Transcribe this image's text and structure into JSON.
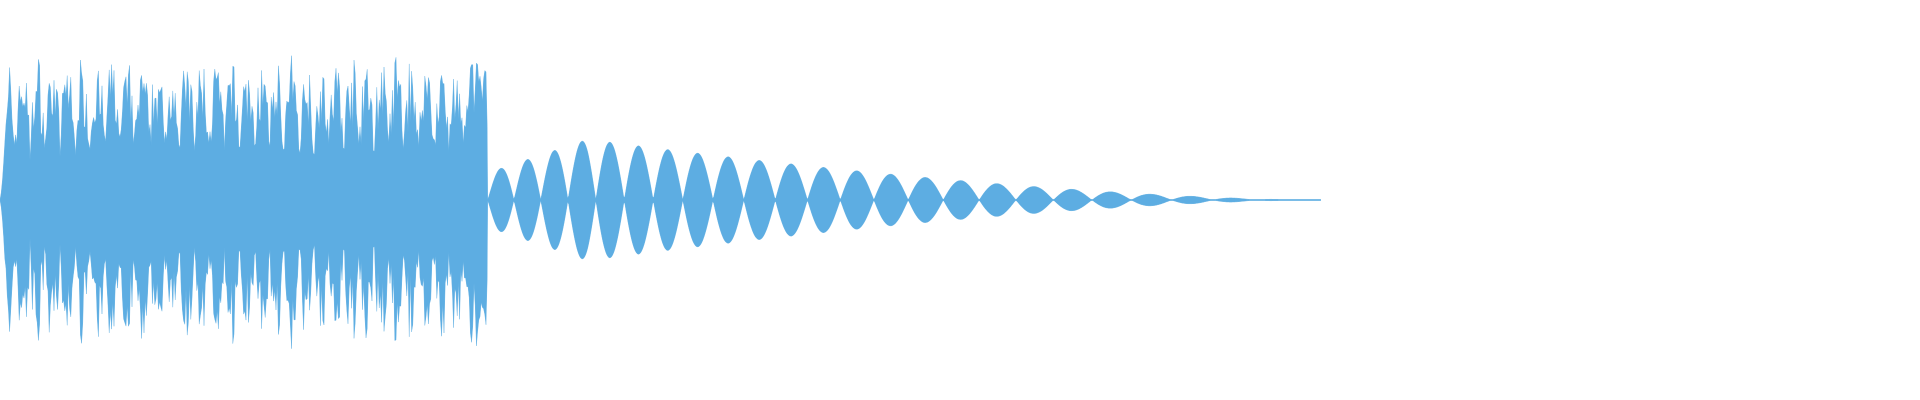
{
  "waveform": {
    "color": "#5DADE2",
    "background": "#FFFFFF",
    "segments": [
      {
        "kind": "noisy-burst",
        "duration_fraction": 0.254,
        "peak_amplitude": 1.0
      },
      {
        "kind": "decaying-tone",
        "duration_fraction": 0.434,
        "peak_amplitude": 0.38
      },
      {
        "kind": "silence",
        "duration_fraction": 0.312,
        "peak_amplitude": 0.0
      }
    ]
  }
}
